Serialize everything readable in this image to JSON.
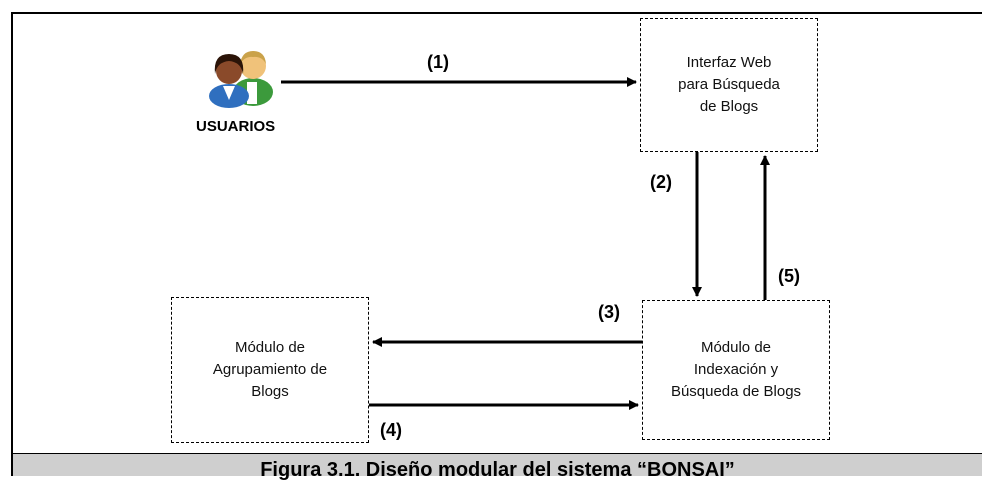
{
  "diagram": {
    "actor": {
      "label": "USUARIOS",
      "icon": "users-icon"
    },
    "boxes": {
      "web": {
        "text": "Interfaz Web\npara Búsqueda\nde Blogs"
      },
      "index": {
        "text": "Módulo de\nIndexación y\nBúsqueda de Blogs"
      },
      "cluster": {
        "text": "Módulo de\nAgrupamiento de\nBlogs"
      }
    },
    "arrows": {
      "a1": "(1)",
      "a2": "(2)",
      "a3": "(3)",
      "a4": "(4)",
      "a5": "(5)"
    },
    "caption": "Figura 3.1. Diseño modular del sistema “BONSAI”"
  },
  "colors": {
    "caption_bg": "#cfcfcf",
    "line": "#000000",
    "person_left_skin": "#8a4a2a",
    "person_right_skin": "#f0c27a",
    "person_left_shirt": "#2f6fbf",
    "person_right_shirt": "#3c9a3c"
  }
}
